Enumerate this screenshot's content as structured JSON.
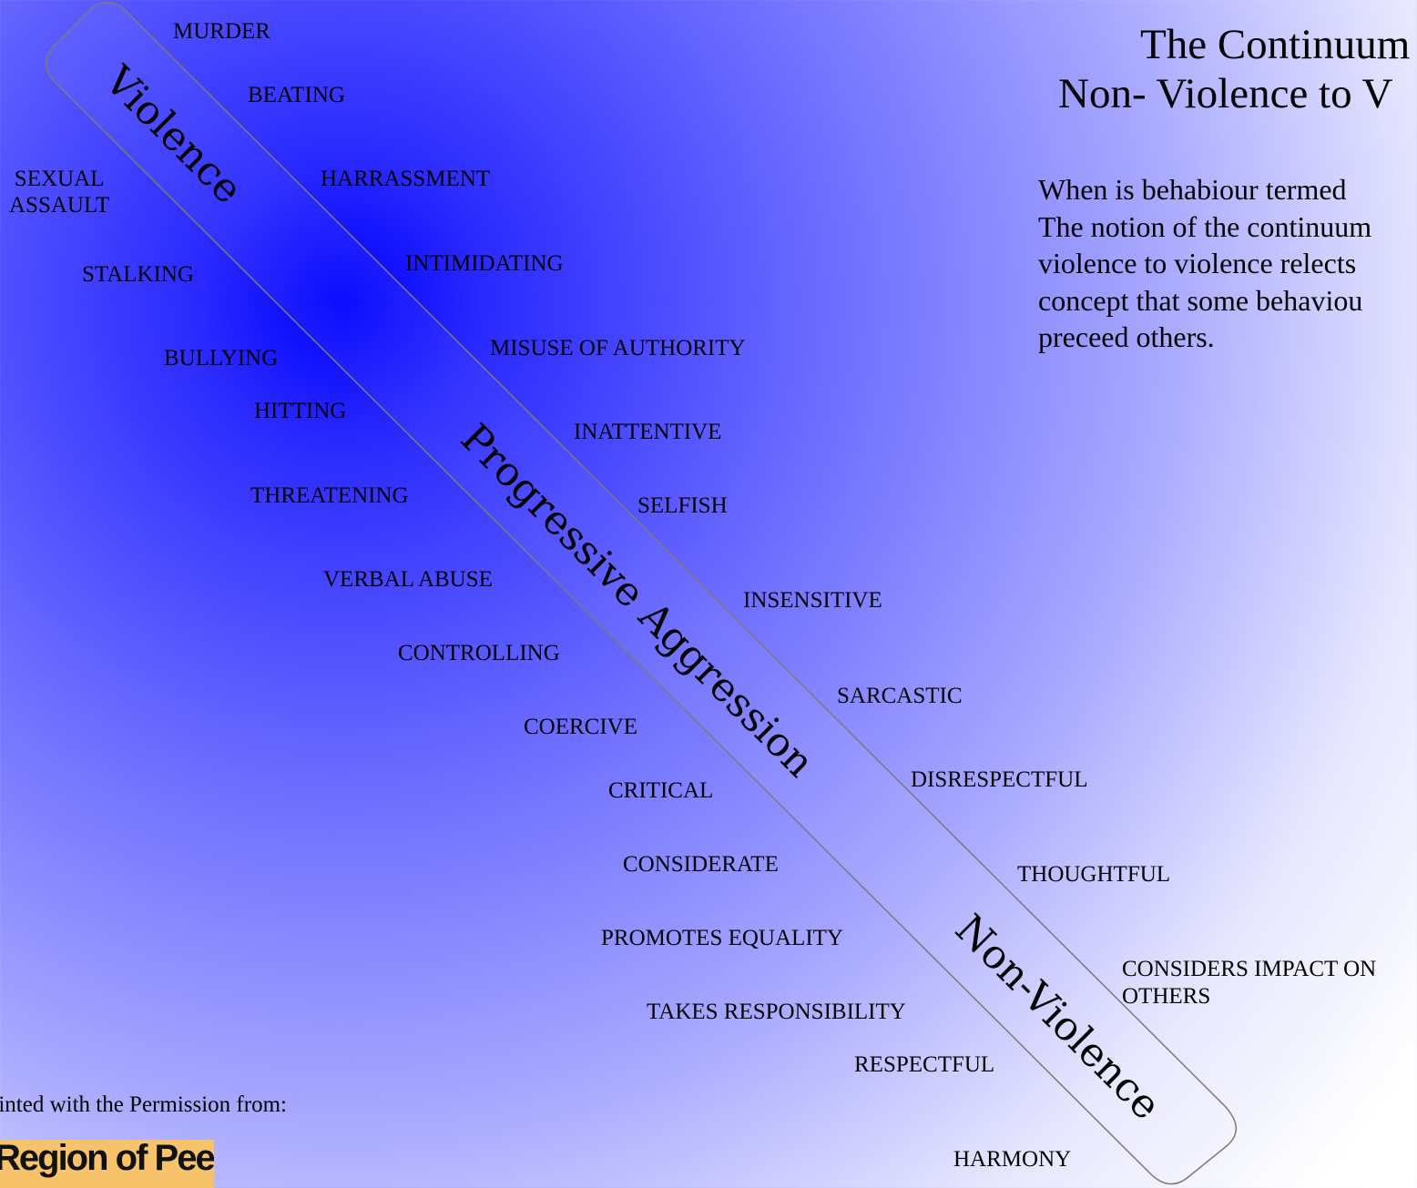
{
  "title": {
    "line1": "The Continuum",
    "line2": "Non- Violence to V"
  },
  "paragraph": {
    "line1": "When is behabiour termed",
    "line2": "The notion of the continuum",
    "line3": "violence to violence relects",
    "line4": "concept that some behaviou",
    "line5": "preceed others."
  },
  "band_labels": {
    "top": "Violence",
    "middle": "Progressive Aggression",
    "bottom": "Non-Violence"
  },
  "behaviours_left": {
    "murder": "MURDER",
    "sexual_assault_1": "SEXUAL",
    "sexual_assault_2": "ASSAULT",
    "stalking": "STALKING",
    "bullying": "BULLYING",
    "hitting": "HITTING",
    "threatening": "THREATENING",
    "verbal_abuse": "VERBAL ABUSE",
    "controlling": "CONTROLLING",
    "coercive": "COERCIVE",
    "critical": "CRITICAL",
    "considerate": "CONSIDERATE",
    "promotes_equality": "PROMOTES EQUALITY",
    "takes_responsibility": "TAKES RESPONSIBILITY",
    "respectful": "RESPECTFUL",
    "harmony": "HARMONY"
  },
  "behaviours_right": {
    "beating": "BEATING",
    "harrassment": "HARRASSMENT",
    "intimidating": "INTIMIDATING",
    "misuse_of_authority": "MISUSE OF AUTHORITY",
    "inattentive": "INATTENTIVE",
    "selfish": "SELFISH",
    "insensitive": "INSENSITIVE",
    "sarcastic": "SARCASTIC",
    "disrespectful": "DISRESPECTFUL",
    "thoughtful": "THOUGHTFUL",
    "considers_impact_1": "CONSIDERS IMPACT ON",
    "considers_impact_2": "OTHERS"
  },
  "footer": {
    "text": "rinted with the Permission from:"
  },
  "logo": {
    "text": "Region of Peel"
  }
}
